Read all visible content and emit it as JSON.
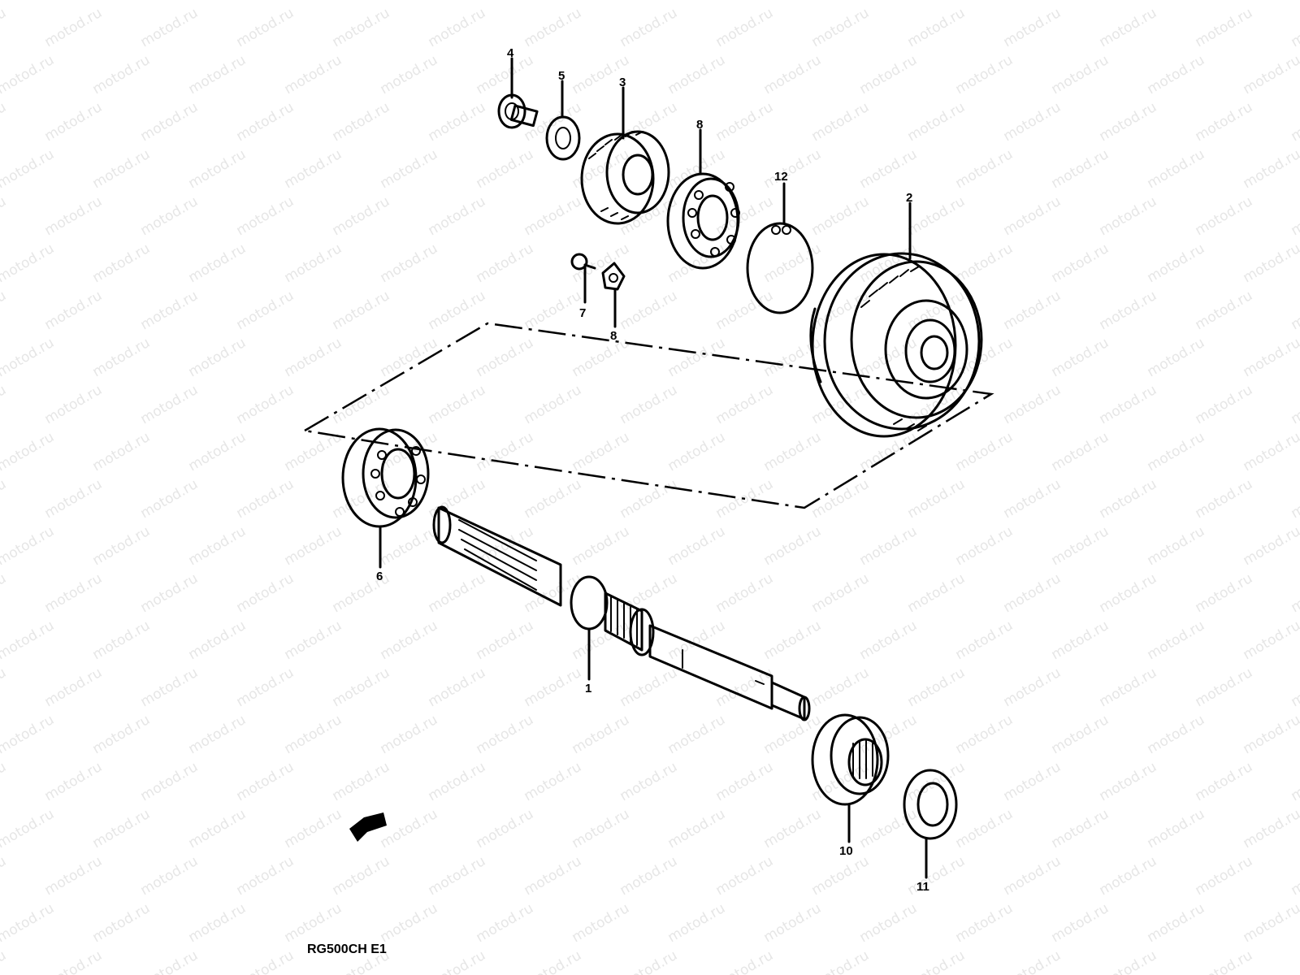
{
  "watermark": "motod.ru",
  "model_code": "RG500CH E1",
  "callouts": {
    "p1": "1",
    "p2": "2",
    "p3": "3",
    "p4": "4",
    "p5": "5",
    "p6": "6",
    "p7": "7",
    "p8a": "8",
    "p8b": "8",
    "p10": "10",
    "p11": "11",
    "p12": "12"
  },
  "colors": {
    "ink": "#000000",
    "paper": "#ffffff",
    "watermark": "#e6e6e6"
  },
  "icons": {
    "direction": "front-arrow-icon"
  }
}
